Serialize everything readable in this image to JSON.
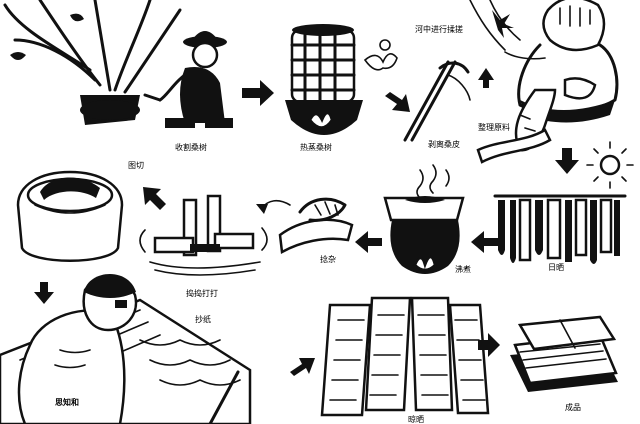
{
  "steps": [
    {
      "id": "harvest",
      "label": "收割桑树"
    },
    {
      "id": "steam",
      "label": "热蒸桑树"
    },
    {
      "id": "peel",
      "label": "剥离桑皮"
    },
    {
      "id": "river",
      "label": "河中进行揉搓"
    },
    {
      "id": "sort",
      "label": "整理原料"
    },
    {
      "id": "sun",
      "label": "日晒"
    },
    {
      "id": "boil",
      "label": "沸煮"
    },
    {
      "id": "knead",
      "label": "捻杂"
    },
    {
      "id": "beat",
      "label": "捣捣打打"
    },
    {
      "id": "cut",
      "label": "图切"
    },
    {
      "id": "make",
      "label": "抄纸"
    },
    {
      "id": "dry",
      "label": "晾晒"
    },
    {
      "id": "product",
      "label": "成品"
    }
  ],
  "apron_text": "思知和"
}
